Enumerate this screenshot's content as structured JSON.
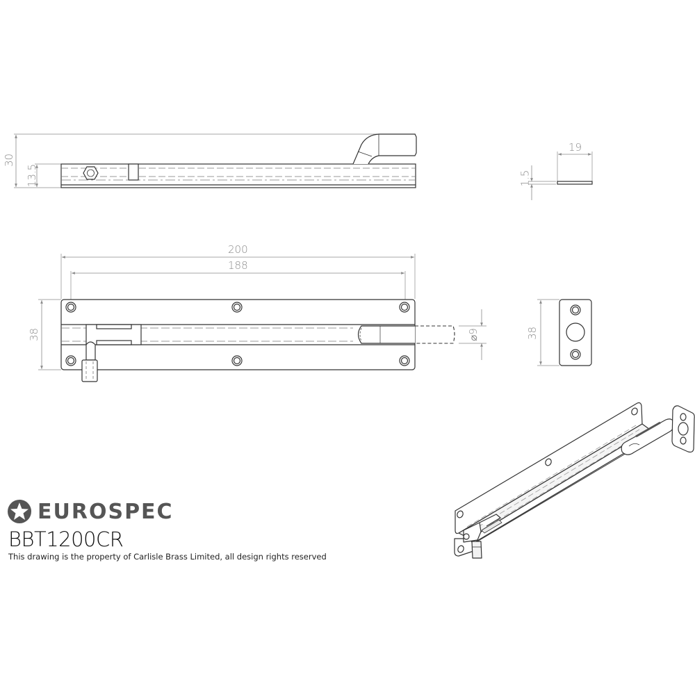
{
  "drawing": {
    "side_view": {
      "dimensions": {
        "overall_height": "30",
        "body_height": "13.5"
      }
    },
    "section_view": {
      "dimensions": {
        "width": "19",
        "thickness": "1.5"
      }
    },
    "front_view": {
      "dimensions": {
        "overall_length": "200",
        "hole_centers": "188",
        "height": "38",
        "bolt_diameter": "⌀9"
      }
    },
    "strike_plate_view": {
      "dimensions": {
        "height": "38"
      }
    },
    "isometric_view": {
      "label": ""
    }
  },
  "title_block": {
    "brand": "EUROSPEC",
    "brand_logo_icon": "star-circle-icon",
    "model_number": "BBT1200CR",
    "copyright_notice": "This drawing is the property of Carlisle Brass Limited, all design rights reserved"
  },
  "colors": {
    "line": "#333333",
    "dimension": "#8a8a8a",
    "brand_gray": "#555555",
    "text": "#111111"
  }
}
